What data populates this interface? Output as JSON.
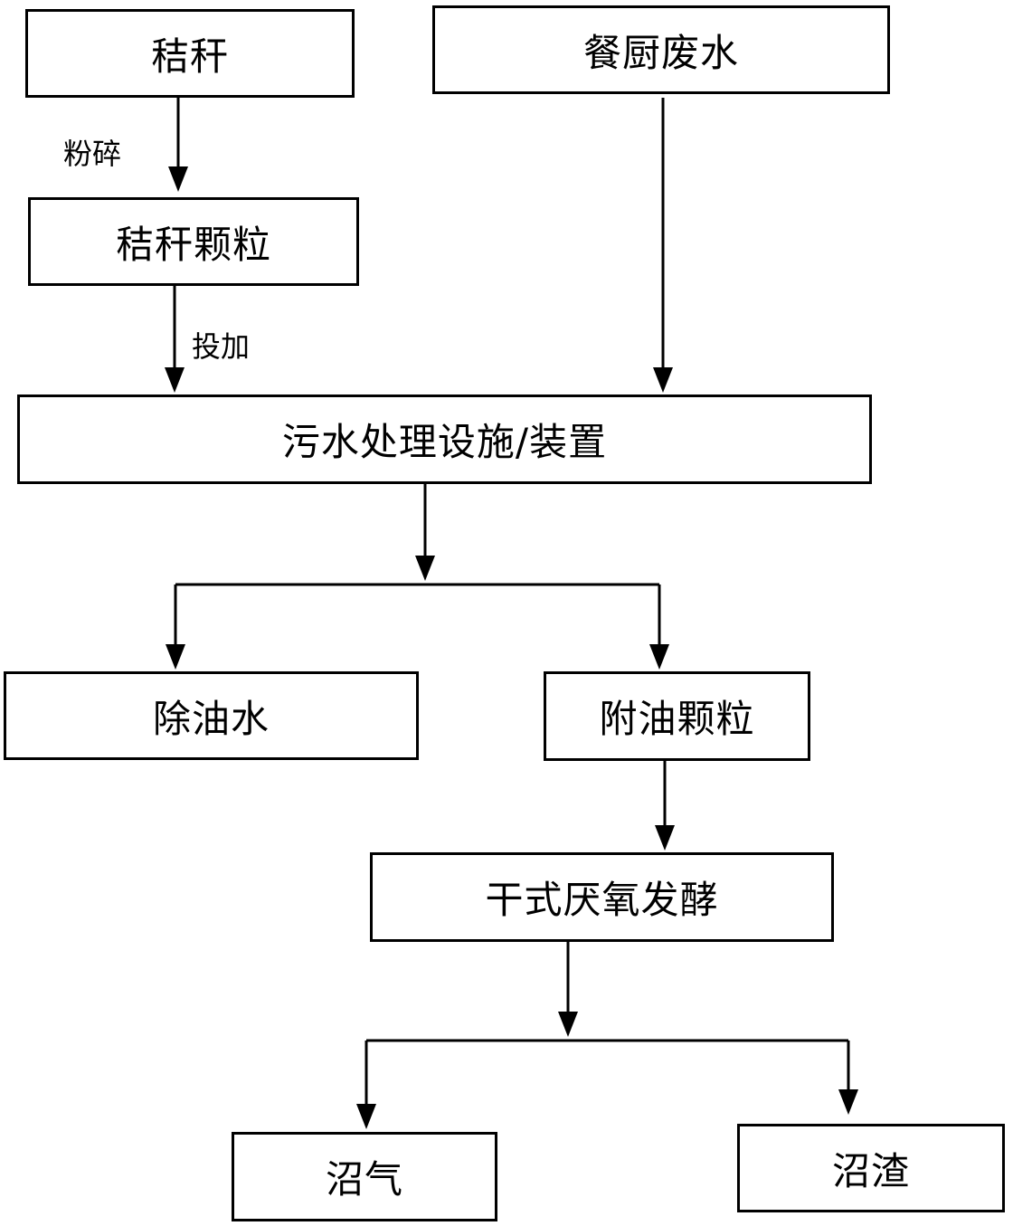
{
  "nodes": {
    "straw": "秸秆",
    "kitchen_wastewater": "餐厨废水",
    "straw_particles": "秸秆颗粒",
    "treatment_facility": "污水处理设施/装置",
    "deoiled_water": "除油水",
    "oily_particles": "附油颗粒",
    "dry_anaerobic_fermentation": "干式厌氧发酵",
    "biogas": "沼气",
    "biogas_residue": "沼渣"
  },
  "edge_labels": {
    "crush": "粉碎",
    "add": "投加"
  }
}
